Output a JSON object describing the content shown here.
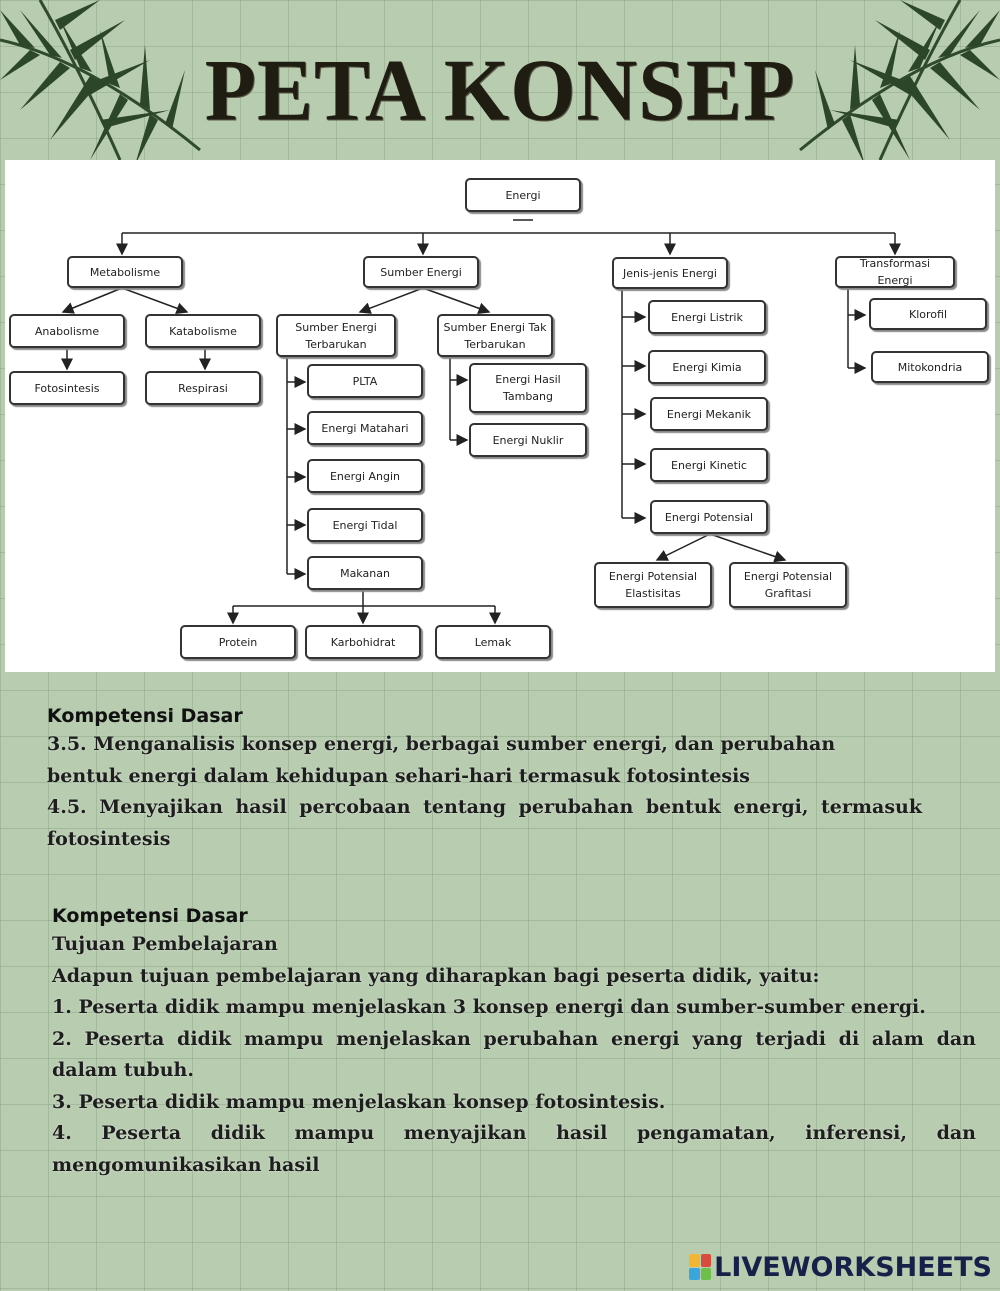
{
  "header": {
    "title": "PETA KONSEP"
  },
  "concept_map": {
    "root": "Energi",
    "metabolisme": "Metabolisme",
    "anabolisme": "Anabolisme",
    "katabolisme": "Katabolisme",
    "fotosintesis": "Fotosintesis",
    "respirasi": "Respirasi",
    "sumber_energi": "Sumber Energi",
    "sumber_terbarukan": "Sumber Energi Terbarukan",
    "sumber_tak_terbarukan": "Sumber Energi Tak Terbarukan",
    "plta": "PLTA",
    "energi_matahari": "Energi Matahari",
    "energi_angin": "Energi Angin",
    "energi_tidal": "Energi Tidal",
    "makanan": "Makanan",
    "protein": "Protein",
    "karbohidrat": "Karbohidrat",
    "lemak": "Lemak",
    "hasil_tambang": "Energi Hasil Tambang",
    "nuklir": "Energi Nuklir",
    "jenis_energi": "Jenis-jenis Energi",
    "listrik": "Energi Listrik",
    "kimia": "Energi Kimia",
    "mekanik": "Energi Mekanik",
    "kinetic": "Energi Kinetic",
    "potensial": "Energi Potensial",
    "potensial_elastisitas": "Energi Potensial Elastisitas",
    "potensial_grafitasi": "Energi Potensial Grafitasi",
    "transformasi": "Transformasi Energi",
    "klorofil": "Klorofil",
    "mitokondria": "Mitokondria"
  },
  "kompetensi_dasar": {
    "heading": "Kompetensi Dasar",
    "kd_3_5_line1": "3.5. Menganalisis konsep energi, berbagai sumber energi, dan perubahan",
    "kd_3_5_line2": "bentuk energi dalam kehidupan sehari-hari termasuk fotosintesis",
    "kd_4_5_line1": "4.5. Menyajikan hasil percobaan tentang perubahan bentuk energi, termasuk",
    "kd_4_5_line2": "fotosintesis"
  },
  "tujuan": {
    "heading": "Kompetensi Dasar",
    "subheading": "Tujuan Pembelajaran",
    "intro": "Adapun tujuan pembelajaran yang diharapkan bagi peserta didik, yaitu:",
    "item1": "1. Peserta didik mampu menjelaskan 3 konsep energi dan sumber-sumber energi.",
    "item2_line1": "2. Peserta didik mampu menjelaskan perubahan energi yang terjadi di alam dan",
    "item2_line2": "dalam tubuh.",
    "item3": "3. Peserta didik mampu menjelaskan konsep fotosintesis.",
    "item4_line1": "4. Peserta didik mampu menyajikan hasil pengamatan, inferensi, dan",
    "item4_line2": "mengomunikasikan hasil"
  },
  "footer": {
    "logo_text": "LIVEWORKSHEETS",
    "logo_colors": [
      "#f2b632",
      "#d94c3d",
      "#3aa6dd",
      "#6cc04a"
    ]
  }
}
